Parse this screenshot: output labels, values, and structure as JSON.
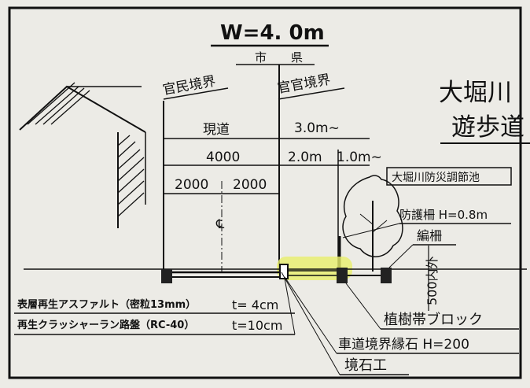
{
  "title": "W=4. 0m",
  "top_left_labels": [
    "市",
    "県"
  ],
  "boundary_labels": {
    "left": "官民境界",
    "right": "官官境界"
  },
  "dimensions": {
    "road_label": "現道",
    "right_label": "3.0m~",
    "width_total": "4000",
    "right_parts": [
      "2.0m",
      "1.0m~"
    ],
    "halves": [
      "2000",
      "2000"
    ]
  },
  "centerline_symbol": "℄",
  "pond_label": "大堀川防災調節池",
  "right_title": [
    "大堀川",
    "遊歩道"
  ],
  "callouts": {
    "guard": "防護柵 H=0.8m",
    "fence": "編柵",
    "within": "500内外",
    "planter": "植樹帯ブロック",
    "curb": "車道境界縁石 H=200",
    "boundary_stone": "境石工"
  },
  "pavement_table": [
    {
      "material": "表層再生アスファルト（密粒13mm）",
      "thickness": "t= 4cm"
    },
    {
      "material": "再生クラッシャーラン路盤（RC-40）",
      "thickness": "t=10cm"
    }
  ],
  "colors": {
    "ink": "#111111",
    "paper": "#ecebe6",
    "highlight": "#e8ef6b"
  }
}
